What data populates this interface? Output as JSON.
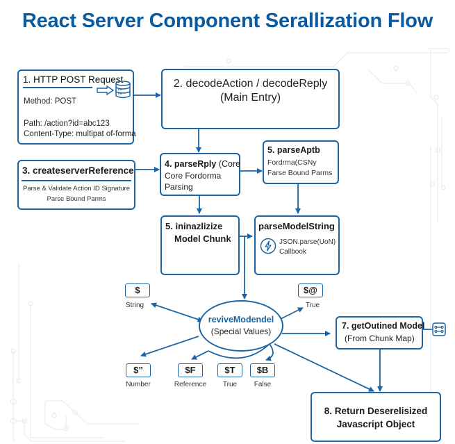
{
  "title": "React Server Component Serallization Flow",
  "colors": {
    "accent": "#1c64a3",
    "title": "#0b5aa0",
    "text": "#1b1b1b",
    "circuit": "#e6edf2"
  },
  "nodes": {
    "http": {
      "heading": "1. HTTP POST Request",
      "method": "Method: POST",
      "path": "Path: /action?id=abc123",
      "content_type": "Content-Type: multipat of-forma",
      "icons": [
        "arrow-right-icon",
        "database-icon"
      ]
    },
    "decode": {
      "line1": "2. decodeAction / decodeReply",
      "line2": "(Main Entry)"
    },
    "create_ref": {
      "heading": "3. createserverReference",
      "line1": "Parse & Validate Action ID Signature",
      "line2": "Parse Bound Parms"
    },
    "parse_reply": {
      "heading": "4. parseRply",
      "heading_suffix": " (Core",
      "line1": "Core Fordorma",
      "line2": "Parsing"
    },
    "parse_apth": {
      "heading": "5. parseAptb",
      "line1": "Fordrma(CSNy",
      "line2": "Farse Bound Parms"
    },
    "init_chunk": {
      "line1": "5. ininazlizize",
      "line2": "Model Chunk"
    },
    "parse_model_string": {
      "heading": "parseModelString",
      "line1": "JSON.parse(UoN)",
      "line2": "Callbook",
      "icon": "lightning-icon"
    },
    "revive": {
      "line1": "reviveModendel",
      "line2": "(Special Values)"
    },
    "get_outlined": {
      "line1": "7. getOutined Model",
      "line2": "(From Chunk Map)",
      "icon": "chunk-map-icon"
    },
    "return_obj": {
      "line1": "8. Return Deserelisized",
      "line2": "Javascript Object"
    }
  },
  "special_values": [
    {
      "symbol": "$",
      "label": "String"
    },
    {
      "symbol": "$@",
      "label": "True"
    },
    {
      "symbol": "$”",
      "label": "Number"
    },
    {
      "symbol": "$F",
      "label": "Reference"
    },
    {
      "symbol": "$T",
      "label": "True"
    },
    {
      "symbol": "$B",
      "label": "False"
    }
  ]
}
